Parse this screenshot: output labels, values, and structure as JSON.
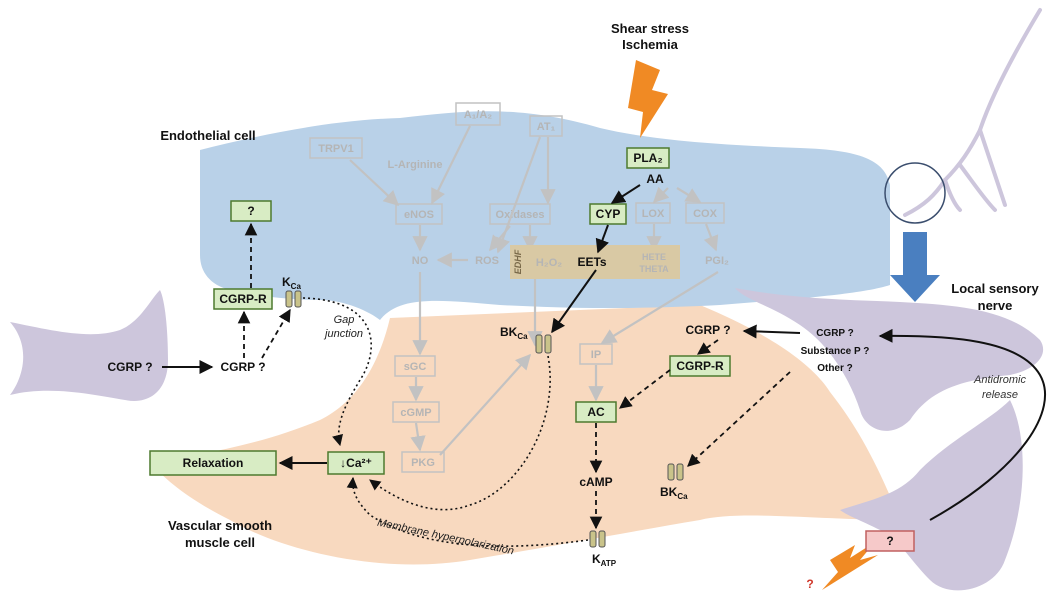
{
  "regions": {
    "endothelial_cell": "Endothelial cell",
    "smooth_muscle_line1": "Vascular smooth",
    "smooth_muscle_line2": "muscle cell",
    "sensory_nerve_line1": "Local sensory",
    "sensory_nerve_line2": "nerve",
    "stimulus_line1": "Shear stress",
    "stimulus_line2": "Ischemia"
  },
  "endothelial": {
    "trpv1": "TRPV1",
    "a1a2": "A₁/A₂",
    "at1": "AT₁",
    "l_arginine": "L-Arginine",
    "enos": "eNOS",
    "oxidases": "Oxidases",
    "no": "NO",
    "ros": "ROS",
    "h2o2": "H₂O₂",
    "edhf": "EDHF",
    "eets": "EETs",
    "hete": "HETE",
    "theta": "THETA",
    "pgi2": "PGI₂",
    "pla2": "PLA₂",
    "aa": "AA",
    "cyp": "CYP",
    "lox": "LOX",
    "cox": "COX",
    "unknown_box": "?",
    "cgrp_r_left": "CGRP-R",
    "kca": "K",
    "kca_sub": "Ca"
  },
  "smooth_muscle": {
    "cgrp_q_left": "CGRP ?",
    "cgrp_q_mid": "CGRP ?",
    "gap_line1": "Gap",
    "gap_line2": "junction",
    "sgc": "sGC",
    "cgmp": "cGMP",
    "pkg": "PKG",
    "ca2": "↓Ca²⁺",
    "relaxation": "Relaxation",
    "bkca_top": "BK",
    "bkca_top_sub": "Ca",
    "ip": "IP",
    "ac": "AC",
    "camp": "cAMP",
    "katp": "K",
    "katp_sub": "ATP",
    "cgrp_q_right": "CGRP ?",
    "cgrp_r_right": "CGRP-R",
    "bkca_right": "BK",
    "bkca_right_sub": "Ca",
    "membrane_hyper": "Membrane hyperpolarization"
  },
  "nerve": {
    "release_cgrp": "CGRP ?",
    "release_subp": "Substance P ?",
    "release_other": "Other ?",
    "antidromic_line1": "Antidromic",
    "antidromic_line2": "release",
    "trigger_box": "?",
    "trigger_q": "?"
  },
  "colors": {
    "endothelium": "#b9d1e8",
    "smooth_muscle": "#f8d9bf",
    "nerve": "#cdc6dc",
    "green_box": "#d8ecc4",
    "green_stroke": "#4d7a2e",
    "orange": "#f08a24",
    "blue_arrow": "#4a7fc0",
    "gray_path": "#c2c2c2"
  }
}
